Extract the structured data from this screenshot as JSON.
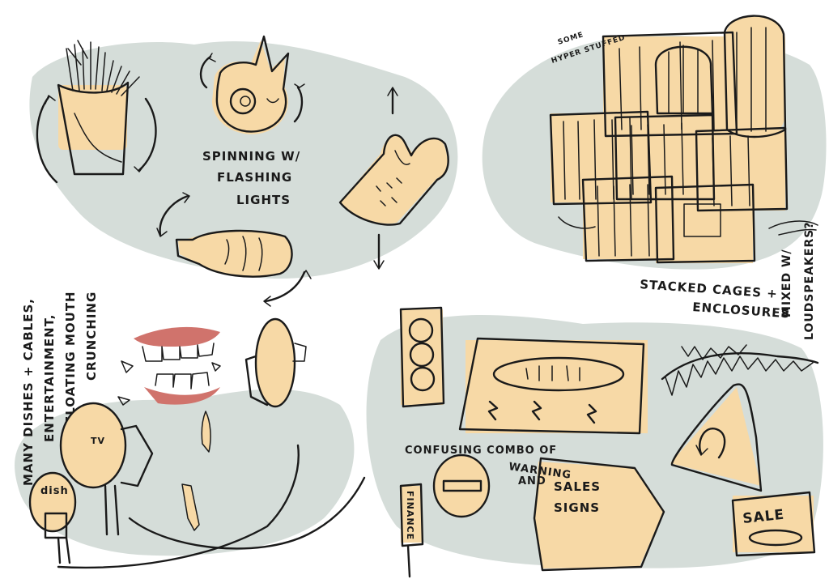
{
  "colors": {
    "blob": "#d5ddd9",
    "tan": "#f7d9a6",
    "ink": "#1a1a1a",
    "lips": "#d0736c"
  },
  "labels": {
    "spinning_line1": "SPINNING W/",
    "spinning_line2": "FLASHING",
    "spinning_line3": "LIGHTS",
    "some_line1": "SOME",
    "some_line2": "HYPER STUFFED",
    "stacked_line1": "STACKED CAGES +",
    "stacked_line2": "ENCLOSURES",
    "mixed_line1": "MIXED W/",
    "mixed_line2": "LOUDSPEAKERS?",
    "dishes_line1": "MANY DISHES + CABLES,",
    "dishes_line2": "ENTERTAINMENT,",
    "dishes_line3": "FLOATING MOUTH",
    "dishes_line4": "CRUNCHING",
    "confusing_line1": "CONFUSING COMBO OF",
    "confusing_line2": "WARNING",
    "confusing_line3": "AND",
    "sales_line1": "SALES",
    "sales_line2": "SIGNS",
    "dish_small": "dish",
    "dish_tv": "TV",
    "finance_sign": "FINANCE",
    "sale_sign": "SALE"
  }
}
